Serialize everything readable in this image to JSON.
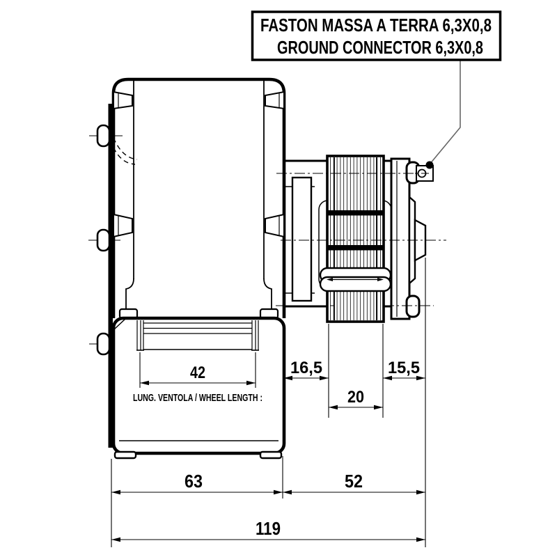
{
  "drawing": {
    "note": {
      "line1": "FASTON MASSA A TERRA 6,3X0,8",
      "line2": "GROUND CONNECTOR 6,3X0,8"
    },
    "labels": {
      "wheel_length": "LUNG. VENTOLA / WHEEL LENGTH :"
    },
    "dims": {
      "wheel": "42",
      "gap_left": "16,5",
      "stack": "20",
      "gap_right": "15,5",
      "fan_housing": "63",
      "motor": "52",
      "overall": "119"
    },
    "colors": {
      "line": "#000000",
      "background": "#ffffff",
      "leader": "#666666"
    }
  }
}
